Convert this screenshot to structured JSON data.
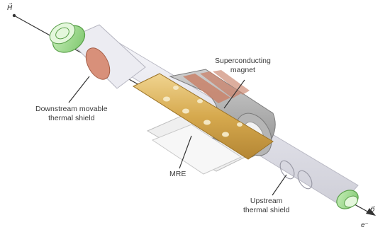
{
  "labels": {
    "superconducting_magnet": [
      "Superconducting",
      "magnet"
    ],
    "downstream_shield": [
      "Downstream movable",
      "thermal shield"
    ],
    "mre": "MRE",
    "upstream_shield": [
      "Upstream",
      "thermal shield"
    ]
  },
  "symbols": {
    "h_vector": "H⃗",
    "p_vector": "p⃗",
    "electron": "e⁻"
  },
  "colors": {
    "glass": "#e8e8ee",
    "green_cap": "#9ad88a",
    "copper": "#c9826a",
    "gold": "#d9b25a",
    "magnet_gray": "#a9a9a9"
  }
}
